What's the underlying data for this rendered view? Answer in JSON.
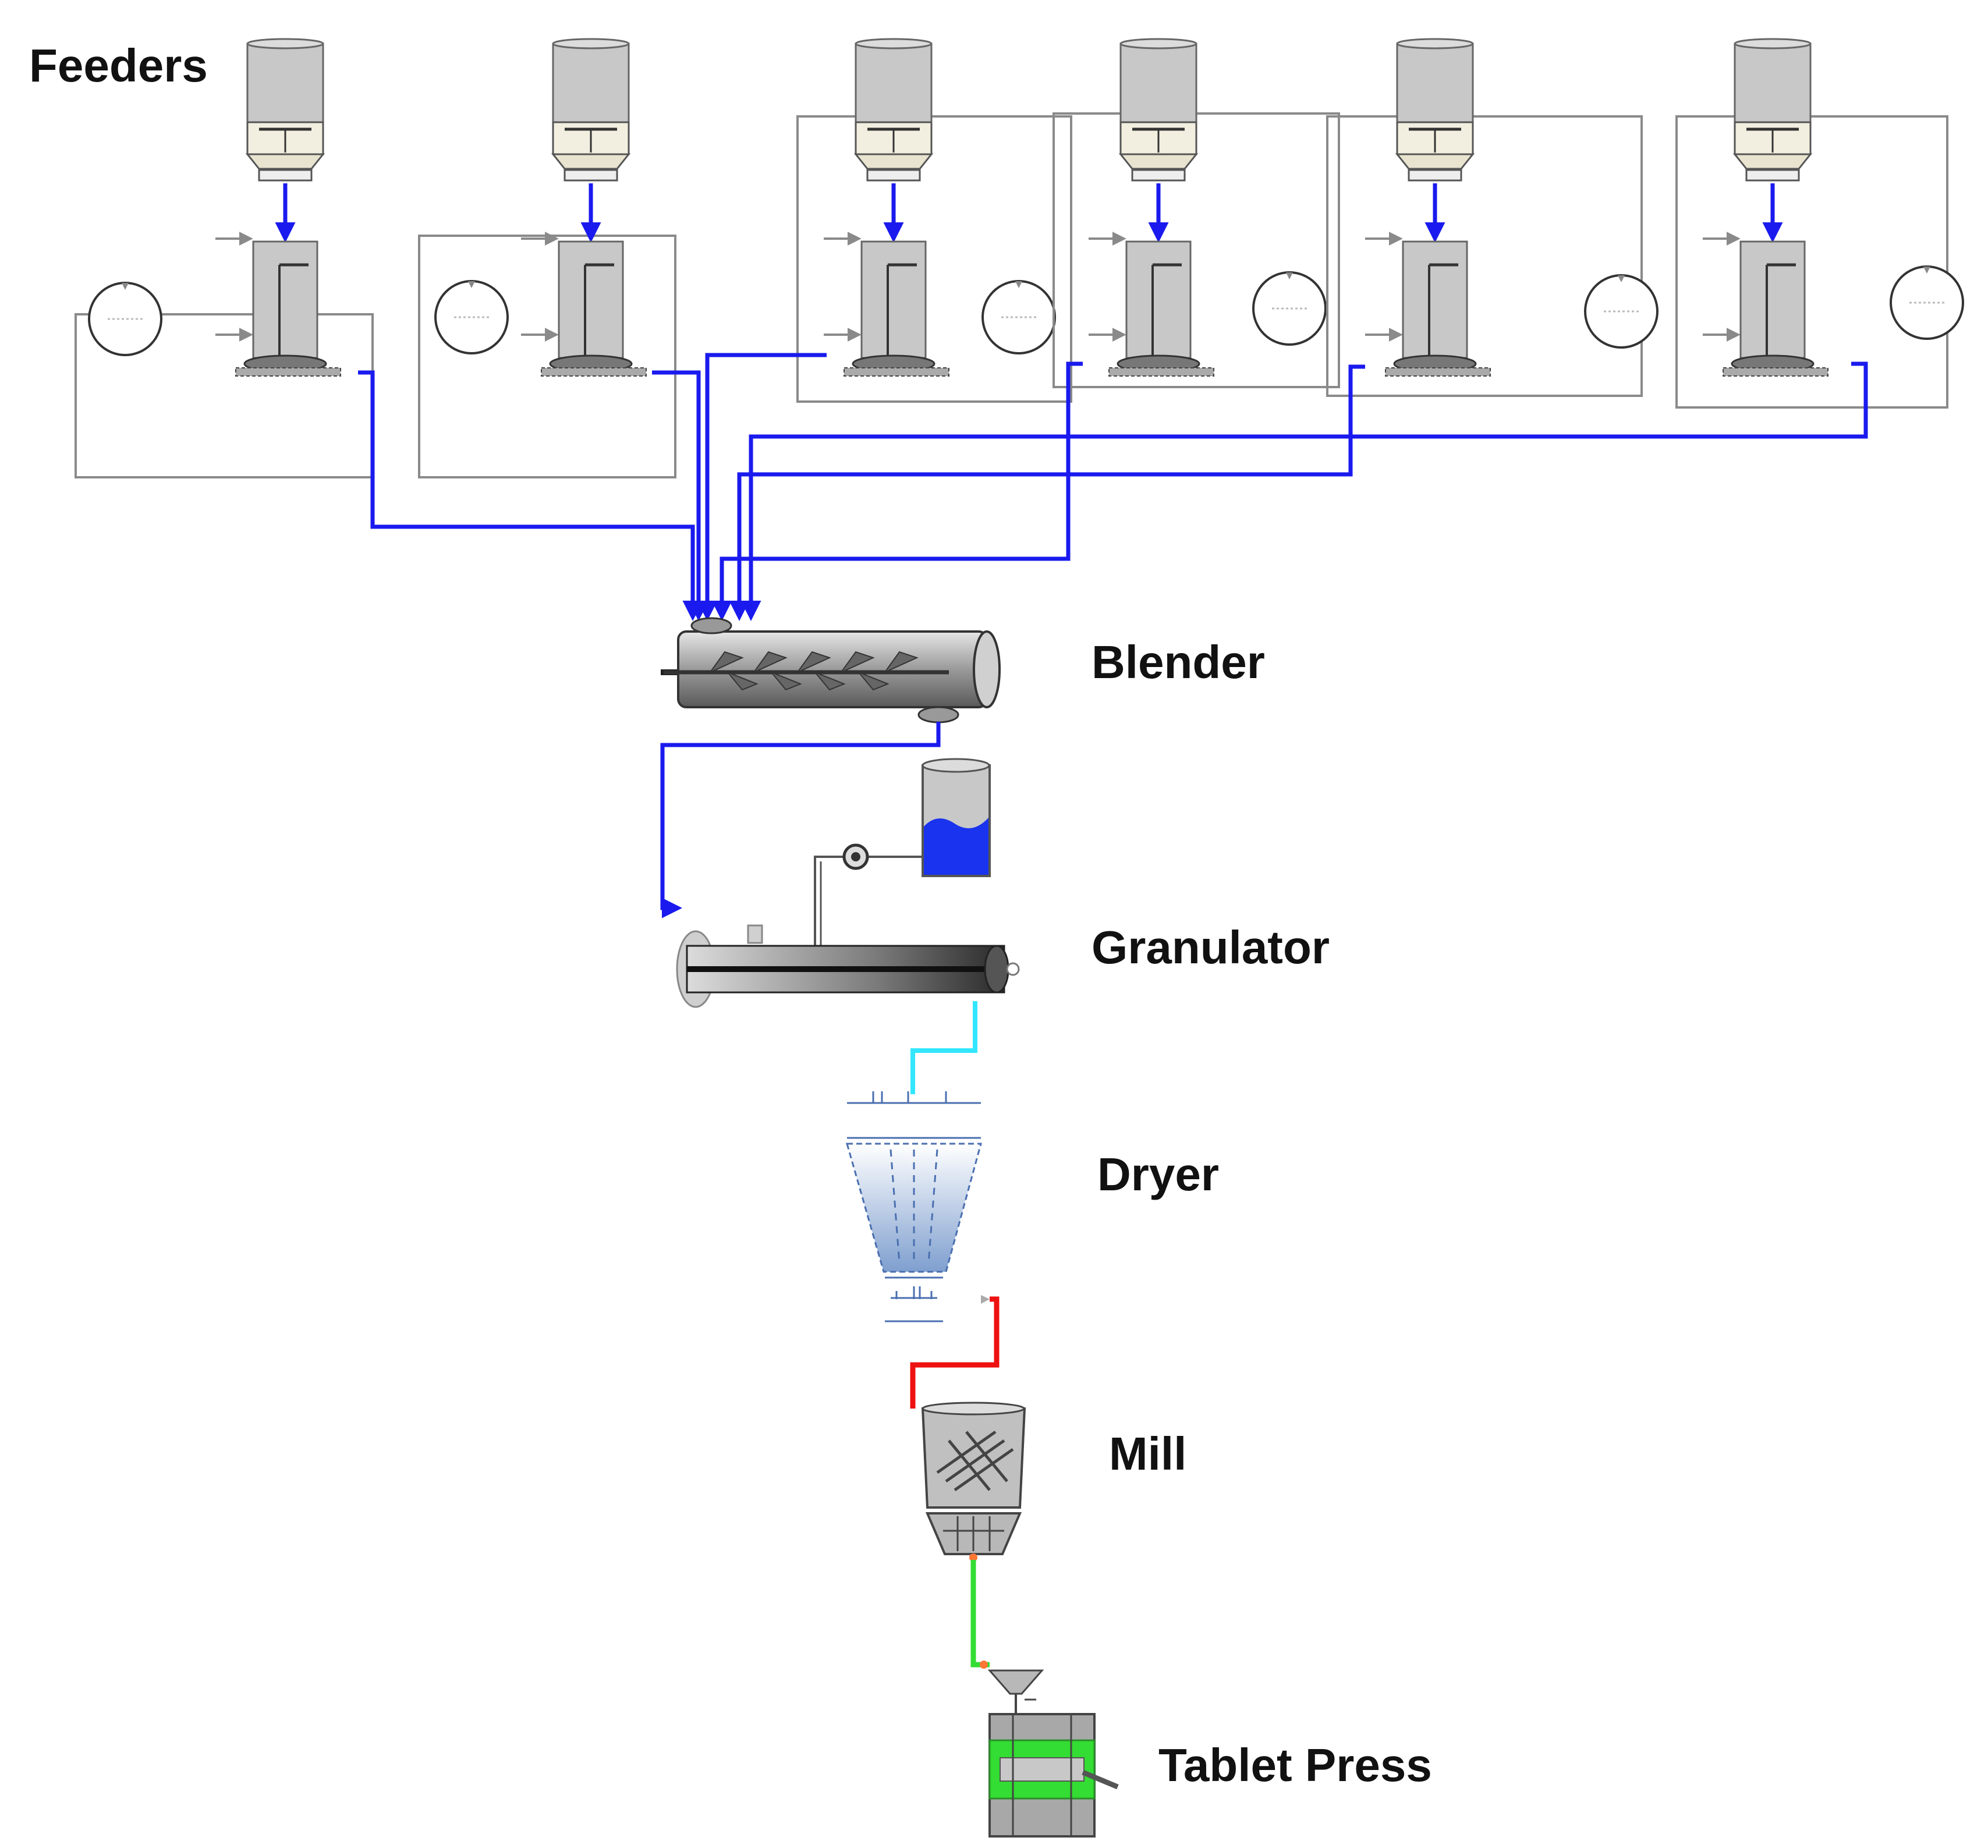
{
  "labels": {
    "feeders": "Feeders",
    "blender": "Blender",
    "granulator": "Granulator",
    "dryer": "Dryer",
    "mill": "Mill",
    "tablet_press": "Tablet Press"
  },
  "feeder_count": 6,
  "colors": {
    "material_line_feeders_blender_granulator": "#1a1aee",
    "material_line_granulator_to_dryer": "#33e6ff",
    "material_line_dryer_to_mill": "#ee1111",
    "material_line_mill_to_tablet_press": "#33dd33",
    "signal_line": "#8a8a8a",
    "equipment_fill": "#c8c8c8",
    "liquid": "#1a33ee"
  }
}
